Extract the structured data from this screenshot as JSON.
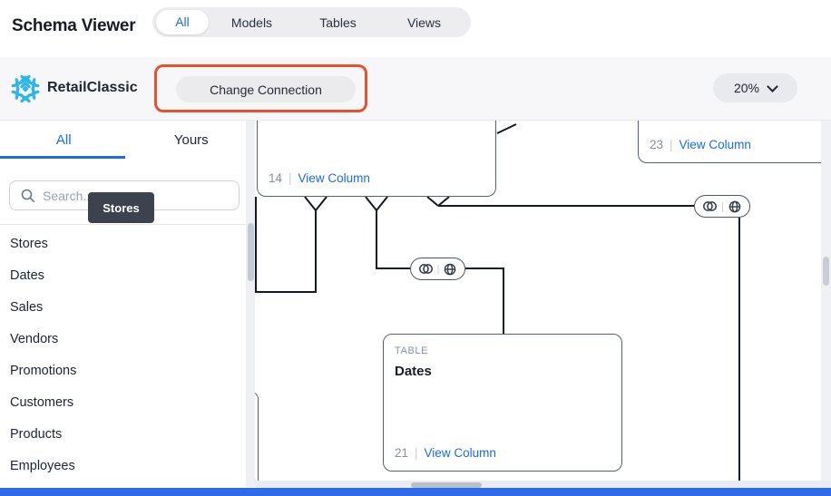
{
  "app": {
    "title": "Schema Viewer"
  },
  "view_tabs": {
    "active": "All",
    "tabs": {
      "all": "All",
      "models": "Models",
      "tables": "Tables",
      "views": "Views"
    }
  },
  "connection_bar": {
    "name": "RetailClassic",
    "change_button": "Change Connection",
    "zoom_value": "20%"
  },
  "sidebar": {
    "tab_all": "All",
    "tab_yours": "Yours",
    "search_placeholder": "Search...",
    "tooltip": "Stores",
    "items": [
      "Stores",
      "Dates",
      "Sales",
      "Vendors",
      "Promotions",
      "Customers",
      "Products",
      "Employees"
    ]
  },
  "canvas": {
    "badge_divider": "|",
    "card_top_left": {
      "count": "14",
      "divider": "|",
      "link": "View Column"
    },
    "card_top_right": {
      "count": "23",
      "divider": "|",
      "link": "View Column"
    },
    "card_dates": {
      "type_label": "TABLE",
      "name": "Dates",
      "count": "21",
      "divider": "|",
      "link": "View Column"
    }
  },
  "colors": {
    "accent_blue": "#1a6ce8",
    "snowflake_blue": "#2bb5e8",
    "highlight_red": "#e8512e",
    "bottom_bar_blue": "#2f6be8",
    "tooltip_bg": "#3d434e",
    "line_color": "#141922"
  }
}
